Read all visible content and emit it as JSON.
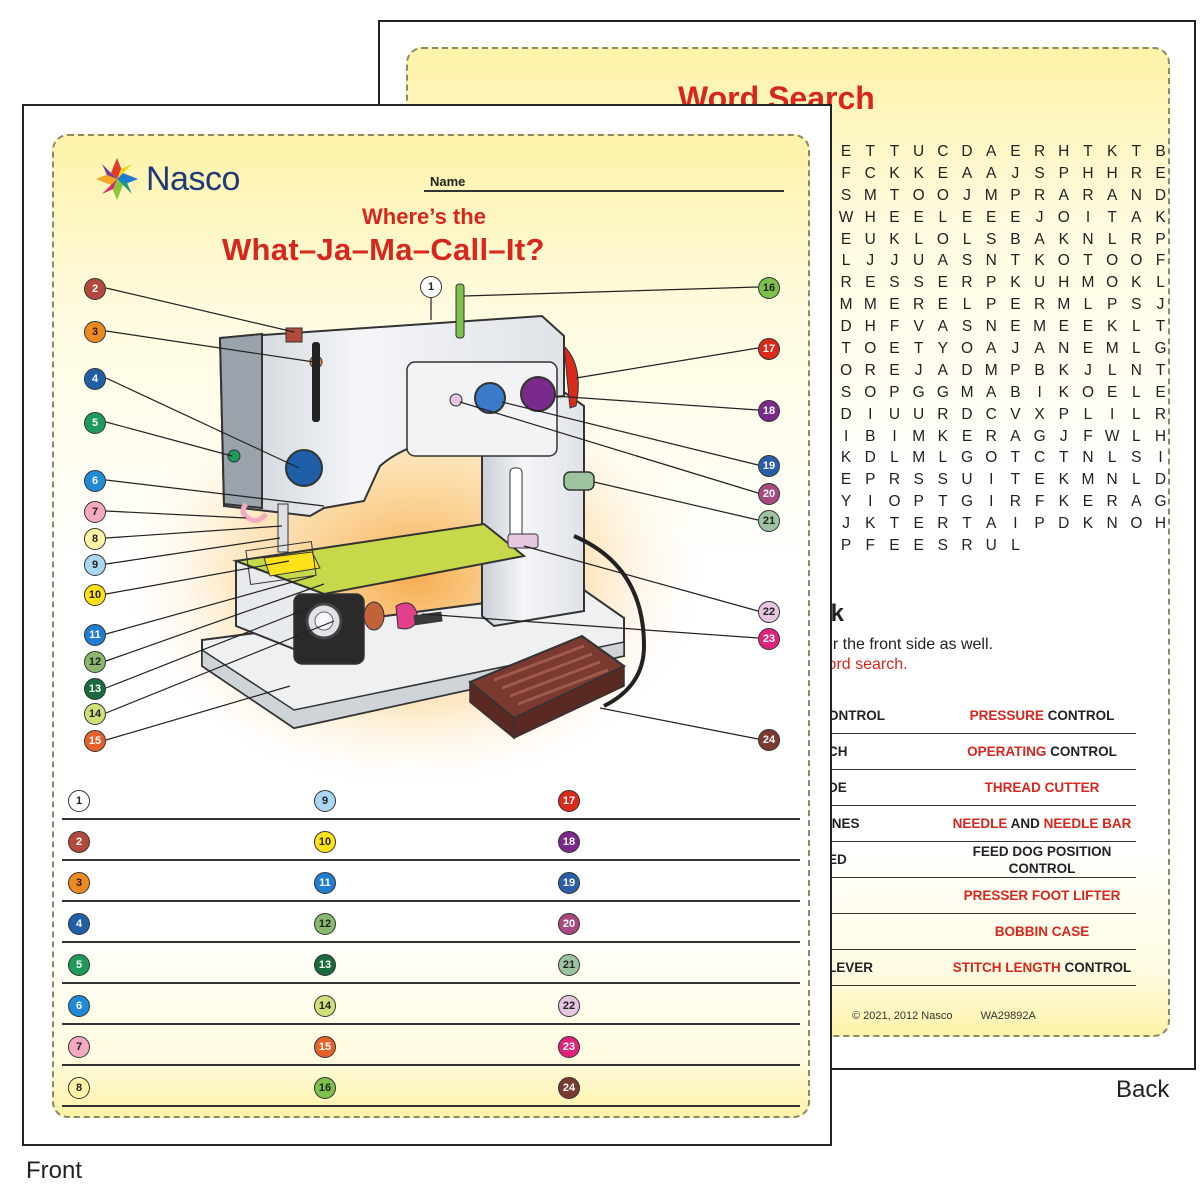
{
  "back": {
    "caption": "Back",
    "word_search_title": "Word Search",
    "grid": [
      "ETTUCDAERHTKT",
      "BFCKKEAAJSPHH",
      "RESMTOOJMPRAR",
      "ANDWHEELEEEJO",
      "ITAKEUKLOLSBA",
      "KNLRPLJJUASNT",
      "KOTOOFRESSERP",
      "KUHMOKLMMEREL",
      "PERMLPSJDHFVA",
      "SNEMEEKLTTOET",
      "YOAJANEMLGORE",
      "JADMPBKJLNTSO",
      "PGGMABIKOELED",
      "IUURDCVXPLILR",
      "IBIMKERAGJFWL",
      "HKDLMLGOTCTNL",
      "SIEPRSSUITEKM",
      "NLDYIOPTGIRFK",
      "ERAGJKTERTAIP",
      "DKNOHPFEESRUL"
    ],
    "word_bank_title": "nk",
    "word_bank_line1": "ver the front side as well.",
    "word_bank_line2": "word search.",
    "word_bank_rows": [
      {
        "left": "ONTROL",
        "right": [
          [
            "PRESSURE",
            "red"
          ],
          [
            " CONTROL",
            "blk"
          ]
        ]
      },
      {
        "left": "CH",
        "right": [
          [
            "OPERATING",
            "red"
          ],
          [
            " CONTROL",
            "blk"
          ]
        ]
      },
      {
        "left": "DE",
        "left_color": "red",
        "right": [
          [
            "THREAD CUTTER",
            "red"
          ]
        ]
      },
      {
        "left": "INES",
        "right": [
          [
            "NEEDLE",
            "red"
          ],
          [
            " AND ",
            "blk"
          ],
          [
            "NEEDLE BAR",
            "red"
          ]
        ]
      },
      {
        "left": "ED",
        "left_color": "red",
        "right": [
          [
            "FEED DOG POSITION CONTROL",
            "blk"
          ]
        ]
      },
      {
        "left": "",
        "right": [
          [
            "PRESSER FOOT LIFTER",
            "red"
          ]
        ]
      },
      {
        "left": "",
        "right": [
          [
            "BOBBIN CASE",
            "red"
          ]
        ]
      },
      {
        "left": "LEVER",
        "left_color": "red",
        "right": [
          [
            "STITCH LENGTH",
            "red"
          ],
          [
            " CONTROL",
            "blk"
          ]
        ]
      }
    ],
    "copyright": "© 2021, 2012 Nasco",
    "product_code": "WA29892A"
  },
  "front": {
    "caption": "Front",
    "brand": "Nasco",
    "name_label": "Name",
    "title_line1": "Where’s the",
    "title_line2": "What–Ja–Ma–Call–It?",
    "part_numbers": [
      {
        "n": "1",
        "color": "#ffffff"
      },
      {
        "n": "2",
        "color": "#b2493c"
      },
      {
        "n": "3",
        "color": "#ef8a20"
      },
      {
        "n": "4",
        "color": "#1f5fa8"
      },
      {
        "n": "5",
        "color": "#1e9a5a"
      },
      {
        "n": "6",
        "color": "#1f8ad6"
      },
      {
        "n": "7",
        "color": "#f4a9c0"
      },
      {
        "n": "8",
        "color": "#fff3a6"
      },
      {
        "n": "9",
        "color": "#a9d6f0"
      },
      {
        "n": "10",
        "color": "#ffe21a"
      },
      {
        "n": "11",
        "color": "#1f7cd0"
      },
      {
        "n": "12",
        "color": "#8ab870"
      },
      {
        "n": "13",
        "color": "#1a6a3a"
      },
      {
        "n": "14",
        "color": "#cfe07a"
      },
      {
        "n": "15",
        "color": "#e5612a"
      },
      {
        "n": "16",
        "color": "#7dc04a"
      },
      {
        "n": "17",
        "color": "#d92a1c"
      },
      {
        "n": "18",
        "color": "#7a2a8a"
      },
      {
        "n": "19",
        "color": "#2a5ea8"
      },
      {
        "n": "20",
        "color": "#a84a80"
      },
      {
        "n": "21",
        "color": "#9cc4a0"
      },
      {
        "n": "22",
        "color": "#e6c6e0"
      },
      {
        "n": "23",
        "color": "#e0227a"
      },
      {
        "n": "24",
        "color": "#7a3a30"
      }
    ]
  }
}
